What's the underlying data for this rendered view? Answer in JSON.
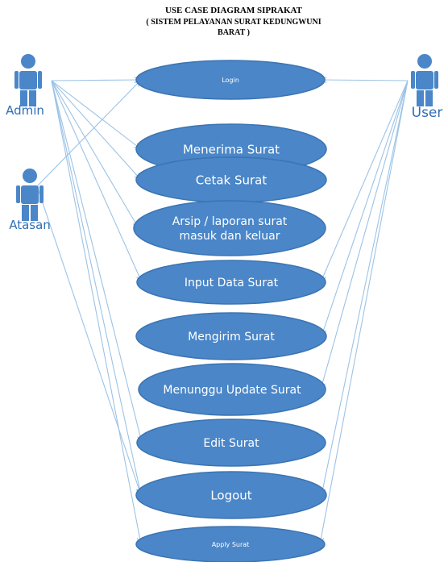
{
  "title": {
    "line1": "USE CASE DIAGRAM SIPRAKAT",
    "line2": "( SISTEM PELAYANAN SURAT KEDUNGWUNI",
    "line3": "BARAT )"
  },
  "actors": [
    {
      "id": "admin",
      "label": "Admin"
    },
    {
      "id": "atasan",
      "label": "Atasan"
    },
    {
      "id": "user",
      "label": "User"
    }
  ],
  "use_cases": [
    {
      "id": "login",
      "label": [
        "Login"
      ]
    },
    {
      "id": "menerima-surat",
      "label": [
        "Menerima Surat"
      ]
    },
    {
      "id": "cetak-surat",
      "label": [
        "Cetak Surat"
      ]
    },
    {
      "id": "arsip-laporan",
      "label": [
        "Arsip / laporan surat",
        "masuk dan keluar"
      ]
    },
    {
      "id": "input-data-surat",
      "label": [
        "Input Data Surat"
      ]
    },
    {
      "id": "mengirim-surat",
      "label": [
        "Mengirim Surat"
      ]
    },
    {
      "id": "menunggu-update-surat",
      "label": [
        "Menunggu Update Surat"
      ]
    },
    {
      "id": "edit-surat",
      "label": [
        "Edit Surat"
      ]
    },
    {
      "id": "logout",
      "label": [
        "Logout"
      ]
    },
    {
      "id": "apply-surat",
      "label": [
        "Apply Surat"
      ]
    }
  ],
  "associations": [
    {
      "from": "admin",
      "to": "login"
    },
    {
      "from": "admin",
      "to": "menerima-surat"
    },
    {
      "from": "admin",
      "to": "cetak-surat"
    },
    {
      "from": "admin",
      "to": "arsip-laporan"
    },
    {
      "from": "admin",
      "to": "input-data-surat"
    },
    {
      "from": "admin",
      "to": "edit-surat"
    },
    {
      "from": "admin",
      "to": "logout"
    },
    {
      "from": "admin",
      "to": "apply-surat"
    },
    {
      "from": "atasan",
      "to": "login"
    },
    {
      "from": "atasan",
      "to": "logout"
    },
    {
      "from": "user",
      "to": "login"
    },
    {
      "from": "user",
      "to": "input-data-surat"
    },
    {
      "from": "user",
      "to": "mengirim-surat"
    },
    {
      "from": "user",
      "to": "menunggu-update-surat"
    },
    {
      "from": "user",
      "to": "logout"
    },
    {
      "from": "user",
      "to": "apply-surat"
    }
  ],
  "colors": {
    "ellipse_fill": "#4a86c8",
    "ellipse_stroke": "#3b74b2",
    "actor_fill": "#4a86c8",
    "line": "#9cc3e6",
    "actor_text": "#2f6eb5"
  }
}
